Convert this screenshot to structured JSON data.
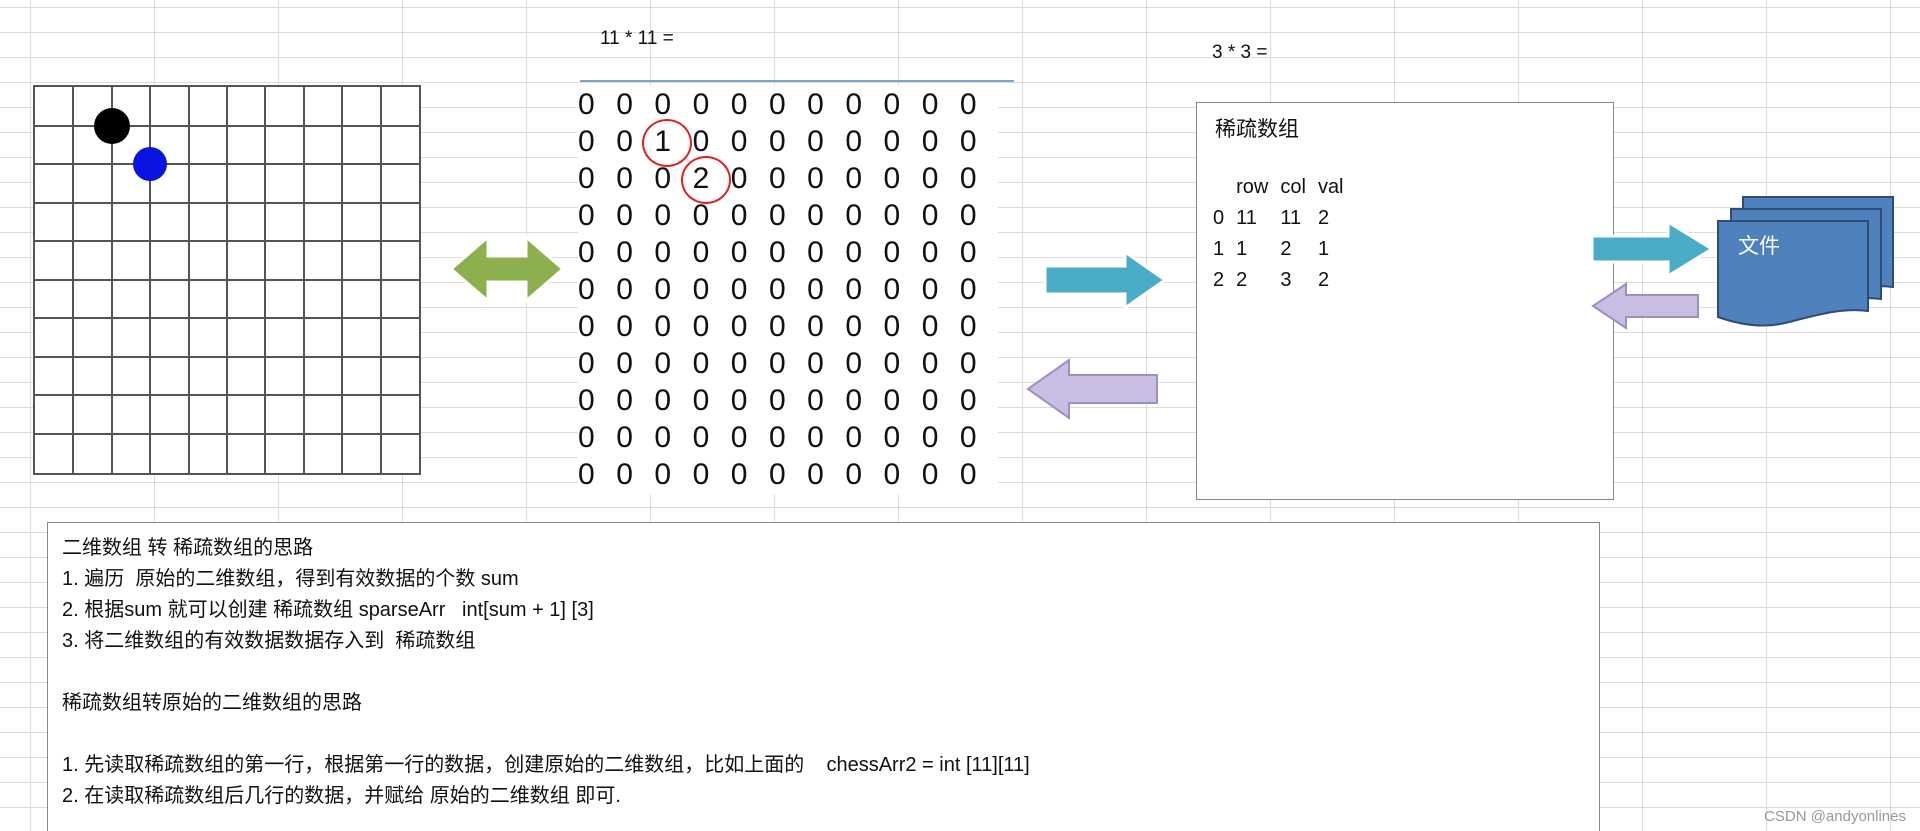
{
  "matrix": {
    "label": "11 * 11 =",
    "rows": [
      [
        "0",
        "0",
        "0",
        "0",
        "0",
        "0",
        "0",
        "0",
        "0",
        "0",
        "0"
      ],
      [
        "0",
        "0",
        "1",
        "0",
        "0",
        "0",
        "0",
        "0",
        "0",
        "0",
        "0"
      ],
      [
        "0",
        "0",
        "0",
        "2",
        "0",
        "0",
        "0",
        "0",
        "0",
        "0",
        "0"
      ],
      [
        "0",
        "0",
        "0",
        "0",
        "0",
        "0",
        "0",
        "0",
        "0",
        "0",
        "0"
      ],
      [
        "0",
        "0",
        "0",
        "0",
        "0",
        "0",
        "0",
        "0",
        "0",
        "0",
        "0"
      ],
      [
        "0",
        "0",
        "0",
        "0",
        "0",
        "0",
        "0",
        "0",
        "0",
        "0",
        "0"
      ],
      [
        "0",
        "0",
        "0",
        "0",
        "0",
        "0",
        "0",
        "0",
        "0",
        "0",
        "0"
      ],
      [
        "0",
        "0",
        "0",
        "0",
        "0",
        "0",
        "0",
        "0",
        "0",
        "0",
        "0"
      ],
      [
        "0",
        "0",
        "0",
        "0",
        "0",
        "0",
        "0",
        "0",
        "0",
        "0",
        "0"
      ],
      [
        "0",
        "0",
        "0",
        "0",
        "0",
        "0",
        "0",
        "0",
        "0",
        "0",
        "0"
      ],
      [
        "0",
        "0",
        "0",
        "0",
        "0",
        "0",
        "0",
        "0",
        "0",
        "0",
        "0"
      ]
    ]
  },
  "sparse": {
    "label": "3 * 3 =",
    "title": "稀疏数组",
    "headers": [
      "",
      "row",
      "col",
      "val"
    ],
    "rows": [
      [
        "0",
        "11",
        "11",
        "2"
      ],
      [
        "1",
        "1",
        "2",
        "1"
      ],
      [
        "2",
        "2",
        "3",
        "2"
      ]
    ]
  },
  "file": {
    "label": "文件"
  },
  "notes": {
    "lines": [
      "二维数组 转 稀疏数组的思路",
      "1. 遍历  原始的二维数组，得到有效数据的个数 sum",
      "2. 根据sum 就可以创建 稀疏数组 sparseArr   int[sum + 1] [3]",
      "3. 将二维数组的有效数据数据存入到  稀疏数组",
      "",
      "稀疏数组转原始的二维数组的思路",
      "",
      "1. 先读取稀疏数组的第一行，根据第一行的数据，创建原始的二维数组，比如上面的    chessArr2 = int [11][11]",
      "2. 在读取稀疏数组后几行的数据，并赋给 原始的二维数组 即可."
    ]
  },
  "watermark": "CSDN @andyonlines",
  "colors": {
    "black_piece": "#000000",
    "blue_piece": "#0a14e0",
    "green_arrow": "#8db04e",
    "teal_arrow": "#4bacc6",
    "lilac_arrow": "#c6b7e0",
    "file_blue": "#4f81bd"
  }
}
